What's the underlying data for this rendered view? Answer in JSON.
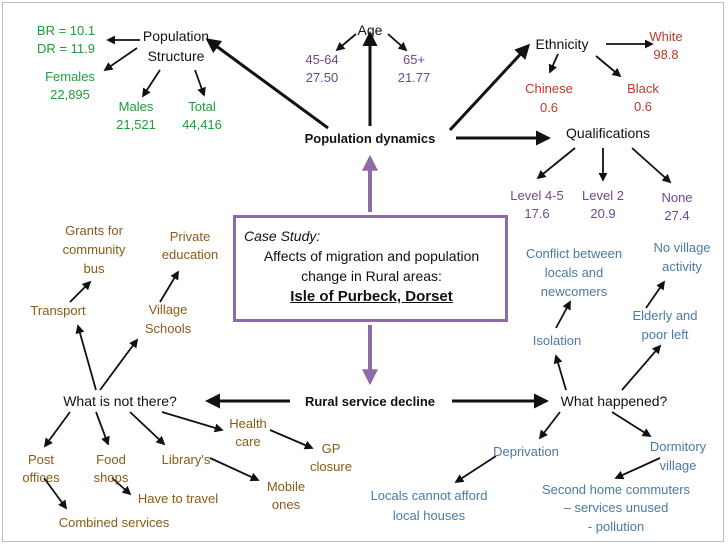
{
  "center": {
    "intro": "Case Study:",
    "title": "Affects of migration and population change in Rural areas:",
    "place": "Isle of Purbeck, Dorset"
  },
  "hubs": {
    "population_dynamics": "Population dynamics",
    "rural_service_decline": "Rural service decline",
    "what_not_there": "What is not there?",
    "what_happened": "What happened?"
  },
  "population_structure": {
    "title": "Population Structure",
    "br": "BR = 10.1",
    "dr": "DR = 11.9",
    "females_label": "Females",
    "females_value": "22,895",
    "males_label": "Males",
    "males_value": "21,521",
    "total_label": "Total",
    "total_value": "44,416"
  },
  "age": {
    "title": "Age",
    "a1_label": "45-64",
    "a1_value": "27.50",
    "a2_label": "65+",
    "a2_value": "21.77"
  },
  "ethnicity": {
    "title": "Ethnicity",
    "white_label": "White",
    "white_value": "98.8",
    "chinese_label": "Chinese",
    "chinese_value": "0.6",
    "black_label": "Black",
    "black_value": "0.6"
  },
  "qualifications": {
    "title": "Qualifications",
    "l45_label": "Level 4-5",
    "l45_value": "17.6",
    "l2_label": "Level 2",
    "l2_value": "20.9",
    "none_label": "None",
    "none_value": "27.4"
  },
  "not_there": {
    "grants_1": "Grants for",
    "grants_2": "community",
    "grants_3": "bus",
    "private_1": "Private",
    "private_2": "education",
    "transport": "Transport",
    "schools_1": "Village",
    "schools_2": "Schools",
    "health_1": "Health",
    "health_2": "care",
    "gp_1": "GP",
    "gp_2": "closure",
    "post_1": "Post",
    "post_2": "offices",
    "food_1": "Food",
    "food_2": "shops",
    "library": "Library's",
    "mobile_1": "Mobile",
    "mobile_2": "ones",
    "travel": "Have to travel",
    "combined": "Combined services"
  },
  "happened": {
    "conflict_1": "Conflict between",
    "conflict_2": "locals and",
    "conflict_3": "newcomers",
    "novillage_1": "No village",
    "novillage_2": "activity",
    "elderly_1": "Elderly and",
    "elderly_2": "poor left",
    "isolation": "Isolation",
    "deprivation": "Deprivation",
    "dormitory_1": "Dormitory",
    "dormitory_2": "village",
    "locals_1": "Locals cannot afford",
    "locals_2": "local houses",
    "second_1": "Second home commuters",
    "second_2": "– services unused",
    "second_3": "- pollution"
  }
}
